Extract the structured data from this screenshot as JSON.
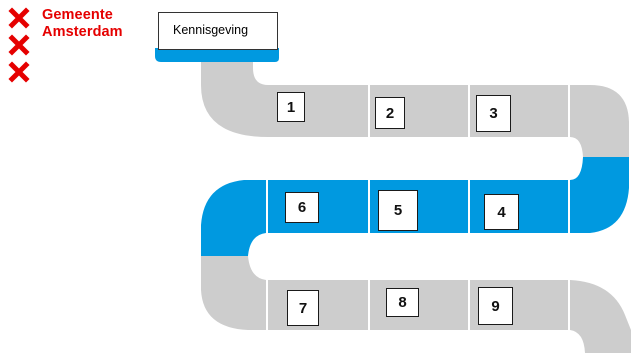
{
  "logo": {
    "line1": "Gemeente",
    "line2": "Amsterdam",
    "icon": "saint-andrews-cross-x-icon",
    "color": "#e50000"
  },
  "title": "Kennisgeving",
  "steps": [
    "1",
    "2",
    "3",
    "4",
    "5",
    "6",
    "7",
    "8",
    "9"
  ],
  "highlighted_steps": [
    "4",
    "5",
    "6"
  ],
  "colors": {
    "track_grey": "#cdcdcd",
    "track_blue": "#0099e0",
    "separator": "#ffffff"
  }
}
